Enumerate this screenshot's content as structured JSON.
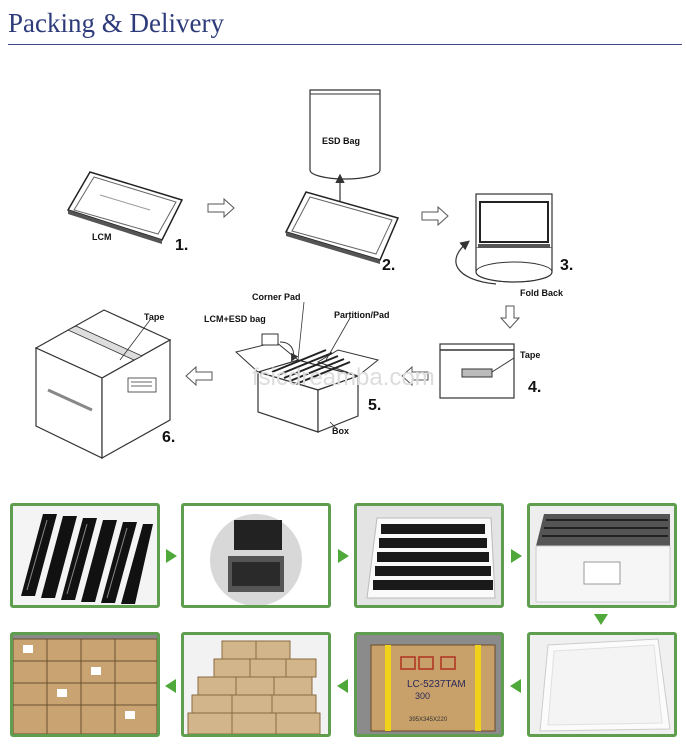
{
  "header": {
    "title": "Packing & Delivery"
  },
  "diagram": {
    "labels": {
      "esd_bag": "ESD Bag",
      "lcm": "LCM",
      "fold_back": "Fold Back",
      "tape_step4": "Tape",
      "corner_pad": "Corner Pad",
      "lcm_esd_bag": "LCM+ESD bag",
      "partition_pad": "Partition/Pad",
      "box": "Box",
      "tape_step6": "Tape"
    },
    "steps": [
      "1.",
      "2.",
      "3.",
      "4.",
      "5.",
      "6."
    ],
    "watermark": "fsicdreamba.com"
  },
  "colors": {
    "accent": "#2d3b7a",
    "photo_border": "#5e9e4e",
    "arrow": "#4fa83a"
  },
  "photos": {
    "row1": [
      "displays-stacked",
      "display-in-esd-bag",
      "displays-in-tray",
      "tray-in-foam-box"
    ],
    "row2": [
      "cartons-warehouse",
      "cartons-stacked",
      "carton-labeled",
      "foam-box"
    ]
  },
  "carton_label": {
    "line1": "LC-5237TAM",
    "line2": "300",
    "dims": "395X345X220"
  }
}
